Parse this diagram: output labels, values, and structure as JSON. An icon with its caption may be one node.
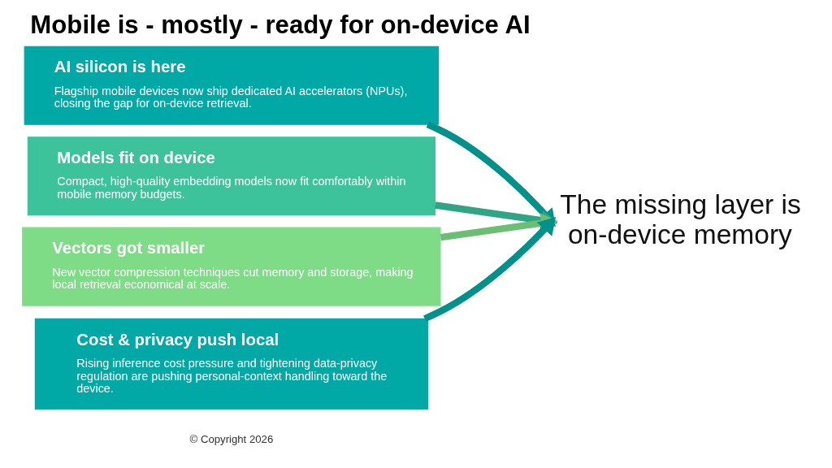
{
  "diagram": {
    "title": "Mobile is - mostly - ready for on-device AI",
    "nodes": [
      {
        "text": [
          "AI silicon is here",
          "Flagship mobile devices now ship dedicated AI accelerators (NPUs), closing the gap for on-device retrieval."
        ]
      },
      {
        "text": [
          "Models fit on device",
          "Compact, high-quality embedding models now fit comfortably within mobile memory budgets."
        ]
      },
      {
        "text": [
          "Vectors got smaller",
          "New vector compression techniques cut memory and storage, making local retrieval economical at scale."
        ]
      },
      {
        "text": [
          "Cost & privacy push local",
          "Rising inference cost pressure and tightening data-privacy regulation are pushing personal-context handling toward the device."
        ]
      },
      {
        "text": [
          "The missing layer is on-device memory"
        ]
      }
    ],
    "edges": [
      {
        "from": 0,
        "to": 4,
        "arrow": "to"
      },
      {
        "from": 1,
        "to": 4,
        "arrow": "to",
        "color": "#2fa585"
      },
      {
        "from": 2,
        "to": 4,
        "arrow": "to",
        "color": "#6bbf74"
      },
      {
        "from": 3,
        "to": 4,
        "arrow": "to"
      }
    ],
    "labels": [
      "© Copyright 2026"
    ]
  }
}
